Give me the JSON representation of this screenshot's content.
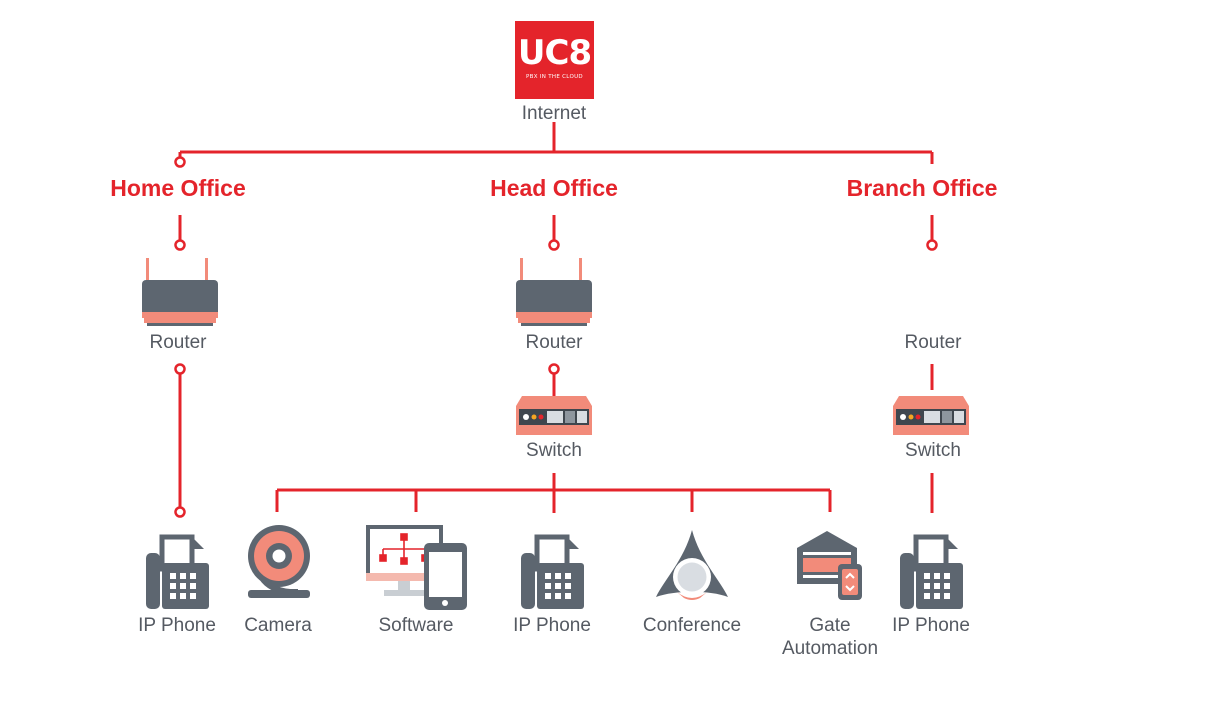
{
  "logo": {
    "main": "UC8",
    "sub": "PBX IN THE CLOUD"
  },
  "internet_label": "Internet",
  "offices": {
    "home": "Home Office",
    "head": "Head Office",
    "branch": "Branch Office"
  },
  "devices": {
    "home_router": "Router",
    "head_router": "Router",
    "branch_router": "Router",
    "head_switch": "Switch",
    "branch_switch": "Switch",
    "home_ip_phone": "IP Phone",
    "camera": "Camera",
    "software": "Software",
    "head_ip_phone": "IP Phone",
    "conference": "Conference",
    "gate_line1": "Gate",
    "gate_line2": "Automation",
    "branch_ip_phone": "IP Phone"
  },
  "colors": {
    "accent": "#e4242b",
    "salmon": "#f28b7a",
    "gray": "#5d6670",
    "text": "#555a62"
  }
}
